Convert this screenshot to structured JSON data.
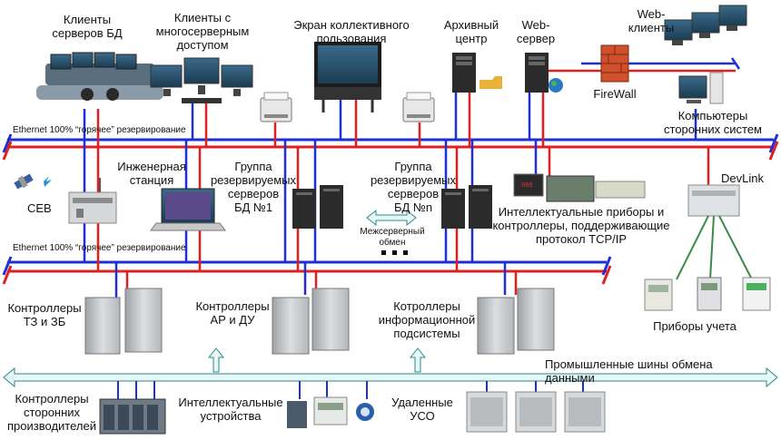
{
  "labels": {
    "db_clients": "Клиенты\nсерверов БД",
    "multi_clients": "Клиенты с\nмногосерверным\nдоступом",
    "collective_screen": "Экран коллективного\nпользования",
    "archive": "Архивный\nцентр",
    "web_server": "Web-\nсервер",
    "web_clients": "Web-\nклиенты",
    "firewall": "FireWall",
    "third_party_pcs": "Компьютеры\nсторонних систем",
    "ethernet_top": "Ethernet 100% “горячее” резервирование",
    "ethernet_mid": "Ethernet 100% “горячее” резервирование",
    "sev": "СЕВ",
    "eng_station": "Инженерная\nстанция",
    "group1": "Группа\nрезервируемых\nсерверов\nБД №1",
    "groupn": "Группа\nрезервируемых\nсерверов\nБД №n",
    "interserver": "Межсерверный\nобмен",
    "devlink": "DevLink",
    "smart_tcp": "Интеллектуальные приборы и\nконтроллеры, поддерживающие\nпротокол TCP/IP",
    "meters": "Приборы учета",
    "ctrl_tz": "Контроллеры\nТЗ и ЗБ",
    "ctrl_ar": "Контроллеры\nАР и ДУ",
    "ctrl_info": "Котроллеры\nинформационной\nподсистемы",
    "fieldbus": "Промышленные шины обмена данными",
    "ctrl_third": "Контроллеры\nсторонних\nпроизводителей",
    "smart_devices": "Интеллектуальные\nустройства",
    "remote_io": "Удаленные\nУСО"
  },
  "colors": {
    "bus_blue": "#1f2fd6",
    "bus_red": "#e02020",
    "fieldbus": "#cfe8e8",
    "cabinet": "#c9ccce"
  }
}
